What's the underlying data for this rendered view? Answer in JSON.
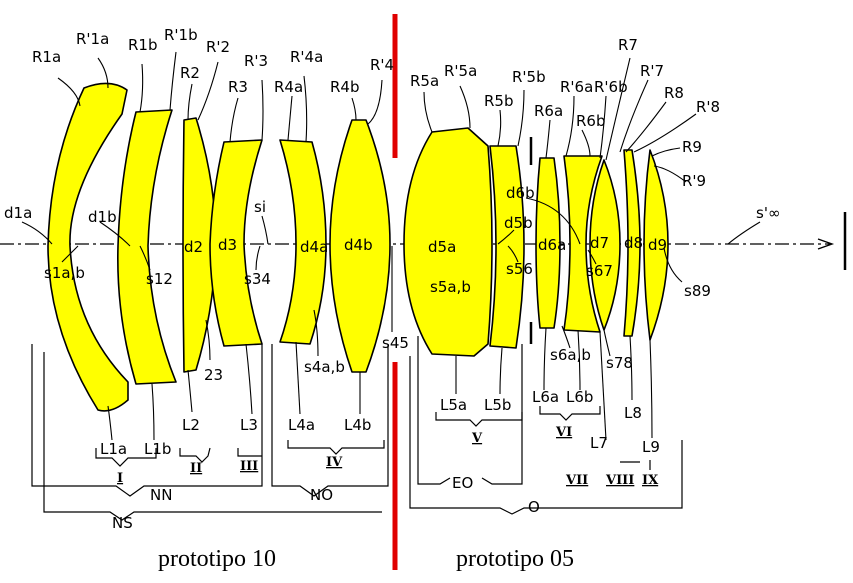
{
  "colors": {
    "lens_fill": "#ffff00",
    "divider": "#e00000",
    "ink": "#000000"
  },
  "labels": {
    "R1a": "R1a",
    "R1a_p": "R'1a",
    "R1b": "R1b",
    "R1b_p": "R'1b",
    "R2": "R2",
    "R2_p": "R'2",
    "R3": "R3",
    "R3_p": "R'3",
    "R4a": "R4a",
    "R4a_p": "R'4a",
    "R4b": "R4b",
    "R4_p": "R'4",
    "R5a": "R5a",
    "R5a_p": "R'5a",
    "R5b": "R5b",
    "R5b_p": "R'5b",
    "R6a": "R6a",
    "R6a_p": "R'6a",
    "R6b": "R6b",
    "R6b_p": "R'6b",
    "R7": "R7",
    "R7_p": "R'7",
    "R8": "R8",
    "R8_p": "R'8",
    "R9": "R9",
    "R9_p": "R'9",
    "d1a": "d1a",
    "d1b": "d1b",
    "d2": "d2",
    "d3": "d3",
    "d4a": "d4a",
    "d4b": "d4b",
    "d5a": "d5a",
    "d5b": "d5b",
    "d6a": "d6a",
    "d6b": "d6b",
    "d7": "d7",
    "d8": "d8",
    "d9": "d9",
    "s1ab": "s1a,b",
    "s12": "s12",
    "s23": "23",
    "s34": "s34",
    "s_i": "si",
    "s4ab": "s4a,b",
    "s45": "s45",
    "s5ab": "s5a,b",
    "s56": "s56",
    "s6ab": "s6a,b",
    "s67": "s67",
    "s78": "s78",
    "s89": "s89",
    "s_inf": "s'∞",
    "L1a": "L1a",
    "L1b": "L1b",
    "L2": "L2",
    "L3": "L3",
    "L4a": "L4a",
    "L4b": "L4b",
    "L5a": "L5a",
    "L5b": "L5b",
    "L6a": "L6a",
    "L6b": "L6b",
    "L7": "L7",
    "L8": "L8",
    "L9": "L9",
    "gI": "I",
    "gII": "II",
    "gIII": "III",
    "gIV": "IV",
    "gV": "V",
    "gVI": "VI",
    "gVII": "VII",
    "gVIII": "VIII",
    "gIX": "IX",
    "NN": "NN",
    "NO": "NO",
    "NS": "NS",
    "EO": "EO",
    "O": "O"
  },
  "captions": {
    "left": "prototipo 10",
    "right": "prototipo 05"
  }
}
